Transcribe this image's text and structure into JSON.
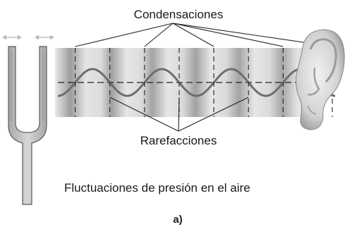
{
  "labels": {
    "condensations": "Condensaciones",
    "rarefactions": "Rarefacciones",
    "caption": "Fluctuaciones de presión en el aire",
    "panel": "a)"
  },
  "wave": {
    "cycles": 4,
    "condensation_markers": 5,
    "rarefaction_markers": 3
  },
  "colors": {
    "band_light": "#e6e6e6",
    "band_dark": "#9a9a9a",
    "wave": "#6d6d6d",
    "fork": "#bdbdbd",
    "fork_stroke": "#5a5a5a",
    "arrows": "#b8b8b8",
    "lines": "#222222",
    "ear": "#d4d4d4"
  },
  "icons": {
    "source": "tuning-fork-icon",
    "receiver": "ear-icon",
    "vibration": "double-arrow-icon"
  }
}
